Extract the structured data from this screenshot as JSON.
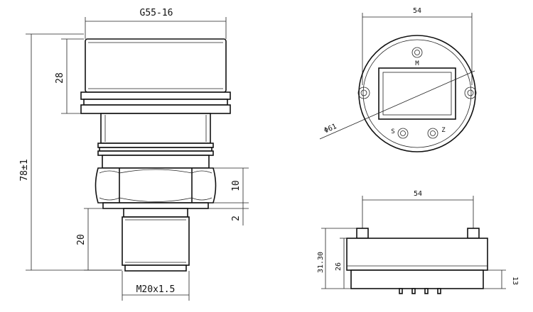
{
  "colors": {
    "line": "#111111",
    "background": "#ffffff"
  },
  "side_view": {
    "thread_label": "G55-16",
    "total_height_label": "78±1",
    "head_height_label": "28",
    "hex_height_label": "10",
    "gap_label": "2",
    "port_height_label": "20",
    "port_thread_label": "M20x1.5"
  },
  "top_view": {
    "width_label": "54",
    "diameter_label": "Φ61",
    "button_labels": [
      "M",
      "S",
      "Z"
    ]
  },
  "bottom_view": {
    "width_label": "54",
    "height_labels": [
      "31.30",
      "26",
      "13"
    ]
  }
}
